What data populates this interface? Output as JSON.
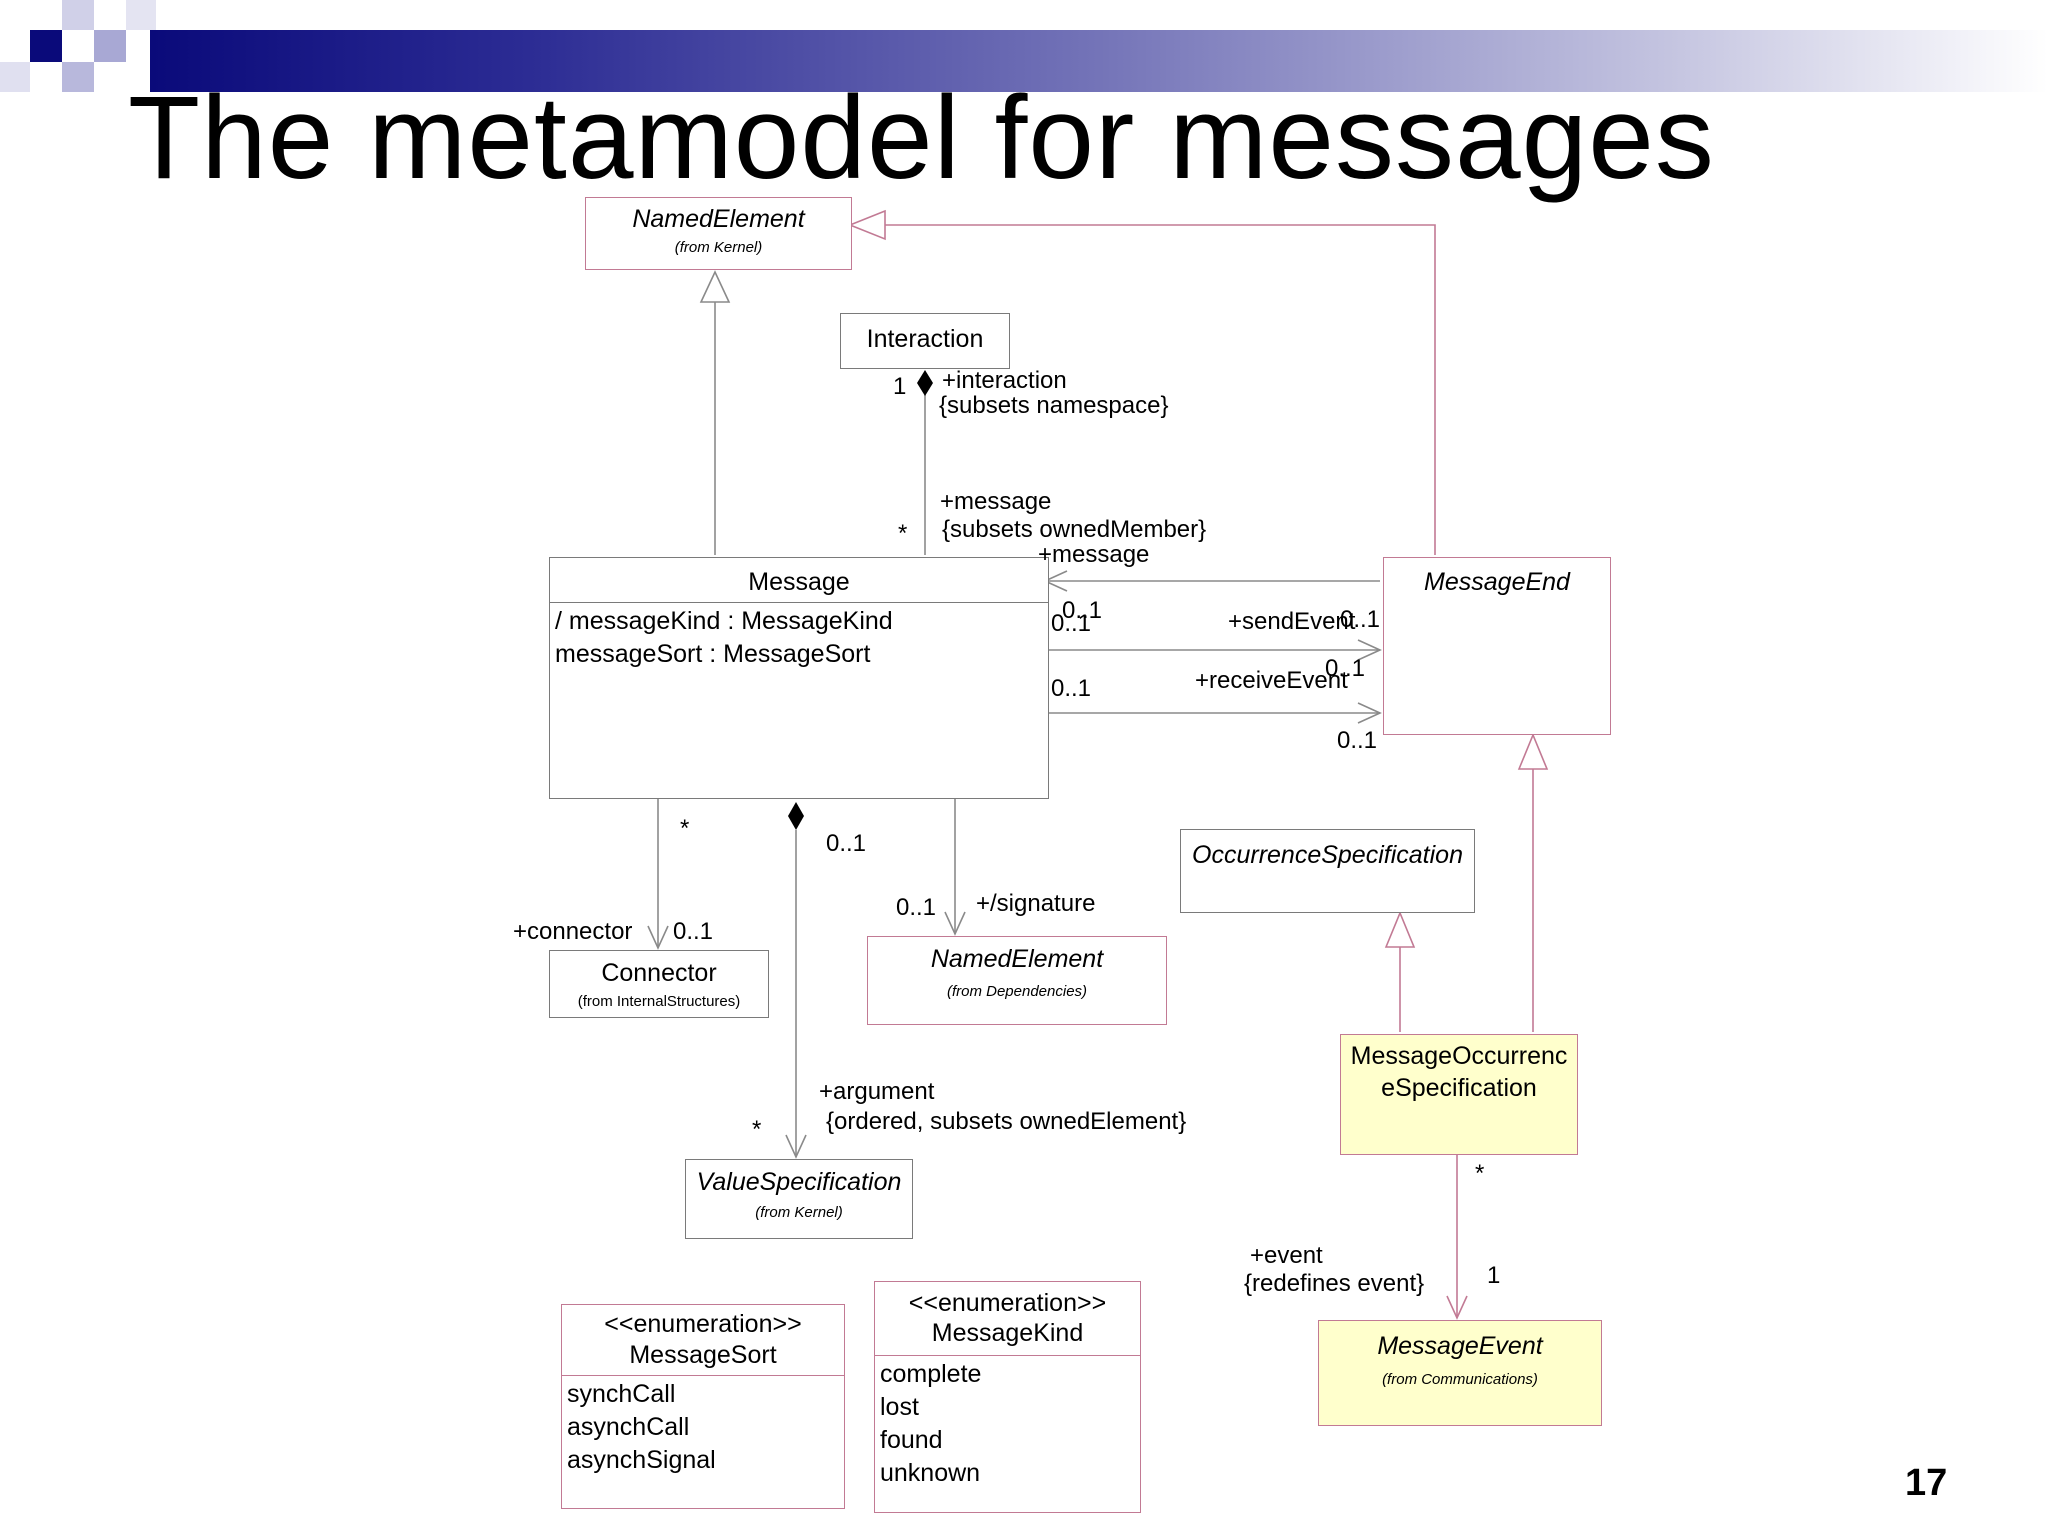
{
  "slide": {
    "title": "The metamodel for messages",
    "page_number": "17"
  },
  "classes": {
    "named_element_kernel": {
      "name": "NamedElement",
      "from": "(from Kernel)"
    },
    "interaction": {
      "name": "Interaction"
    },
    "message": {
      "name": "Message",
      "attributes": [
        "/ messageKind : MessageKind",
        "messageSort : MessageSort"
      ]
    },
    "message_end": {
      "name": "MessageEnd"
    },
    "occurrence_specification": {
      "name": "OccurrenceSpecification"
    },
    "connector": {
      "name": "Connector",
      "from": "(from InternalStructures)"
    },
    "named_element_dependencies": {
      "name": "NamedElement",
      "from": "(from Dependencies)"
    },
    "message_occurrence_specification": {
      "name_line1": "MessageOccurrenc",
      "name_line2": "eSpecification"
    },
    "value_specification": {
      "name": "ValueSpecification",
      "from": "(from Kernel)"
    },
    "message_event": {
      "name": "MessageEvent",
      "from": "(from Communications)"
    },
    "message_sort": {
      "stereotype": "<<enumeration>>",
      "name": "MessageSort",
      "literals": [
        "synchCall",
        "asynchCall",
        "asynchSignal"
      ]
    },
    "message_kind": {
      "stereotype": "<<enumeration>>",
      "name": "MessageKind",
      "literals": [
        "complete",
        "lost",
        "found",
        "unknown"
      ]
    }
  },
  "labels": {
    "interaction_mult": "1",
    "interaction_role": "+interaction",
    "interaction_constraint": "{subsets namespace}",
    "message_role": "+message",
    "message_constraint": "{subsets ownedMember}",
    "message_mult": "*",
    "message_end_role": "+message",
    "message_end_mult_a": "0..1",
    "message_end_mult_b": "0..1",
    "send_event_role": "+sendEvent",
    "send_event_mult": "0..1",
    "receive_mult_left": "0..1",
    "receive_event_role": "+receiveEvent",
    "receive_event_mult_a": "0..1",
    "receive_event_mult_b": "0..1",
    "connector_mult_top": "*",
    "connector_role": "+connector",
    "connector_mult": "0..1",
    "argument_composite_mult": "0..1",
    "signature_mult": "0..1",
    "signature_role": "+/signature",
    "argument_role": "+argument",
    "argument_constraint": "{ordered, subsets ownedElement}",
    "argument_mult": "*",
    "event_mult_top": "*",
    "event_role": "+event",
    "event_constraint": "{redefines event}",
    "event_mult": "1"
  },
  "colors": {
    "class_border": "#c27a94",
    "highlight_fill": "#ffffcc",
    "line": "#8a8a8a"
  }
}
